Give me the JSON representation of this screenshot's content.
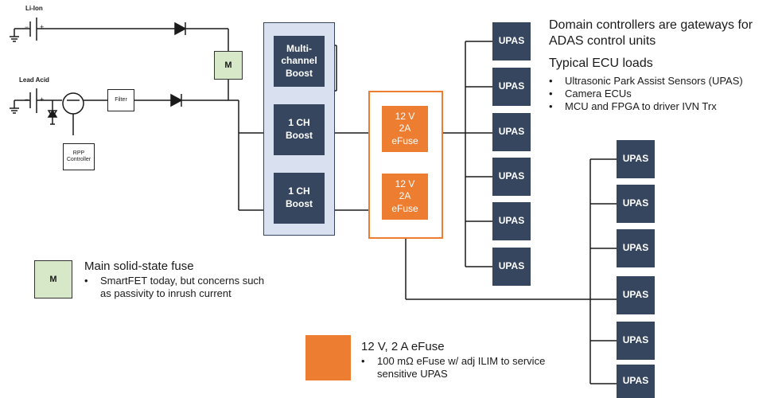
{
  "batteries": {
    "li_ion_label": "Li-Ion",
    "lead_acid_label": "Lead Acid"
  },
  "switch_box": {
    "label": "M"
  },
  "filter": {
    "label": "Filter"
  },
  "rpp": {
    "label": "RPP\nController"
  },
  "converters": {
    "multi": "Multi-\nchannel\nBoost",
    "ch1_a": "1 CH\nBoost",
    "ch1_b": "1 CH\nBoost"
  },
  "efuses": {
    "top": "12 V\n2A\neFuse",
    "bottom": "12 V\n2A\neFuse"
  },
  "loads": {
    "label": "UPAS"
  },
  "domain_text": {
    "title_line1": "Domain controllers are gateways for",
    "title_line2": "ADAS control units",
    "subtitle": "Typical ECU loads",
    "bullets": [
      "Ultrasonic Park Assist Sensors (UPAS)",
      "Camera ECUs",
      "MCU and FPGA to driver IVN Trx"
    ]
  },
  "legend_m": {
    "label": "M",
    "title": "Main solid-state fuse",
    "bullet": "SmartFET today, but concerns such as passivity to inrush current"
  },
  "legend_efuse": {
    "title": "12 V, 2 A eFuse",
    "bullet": "100 mΩ eFuse w/ adj ILIM to service sensitive UPAS"
  },
  "colors": {
    "navy": "#36465f",
    "orange": "#ed7d31",
    "light_blue_group": "#d9e1f0",
    "light_green": "#d6e8c8"
  }
}
